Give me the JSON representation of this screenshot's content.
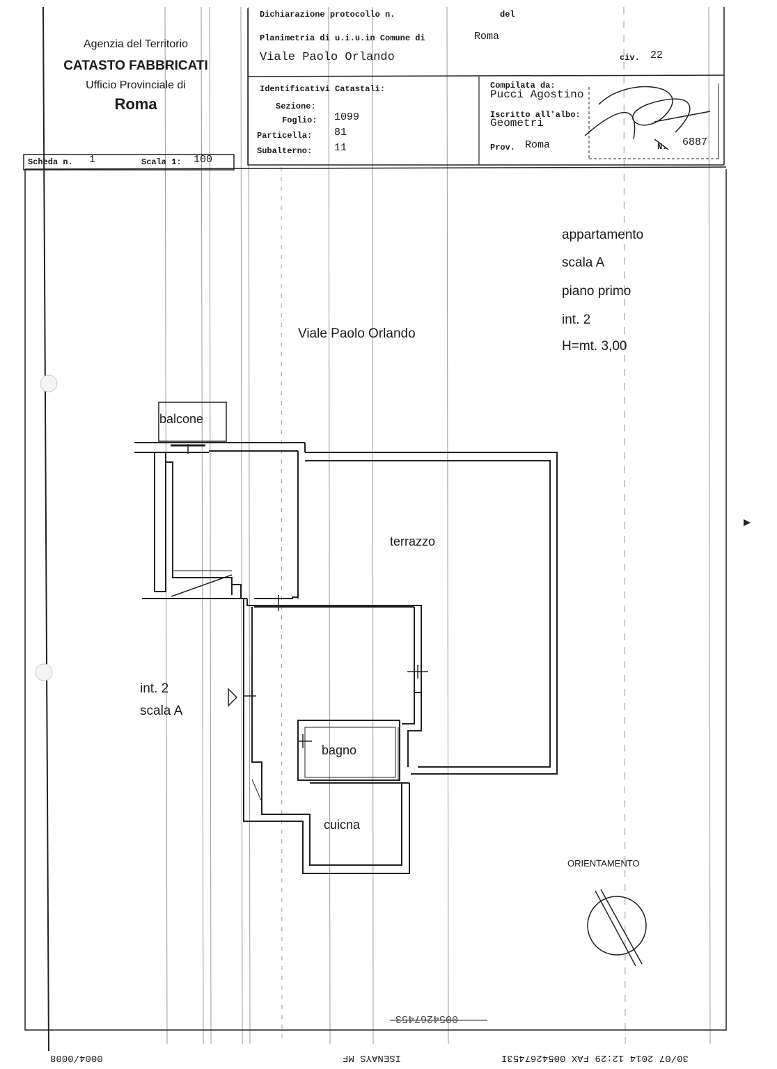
{
  "header": {
    "agency": "Agenzia del Territorio",
    "catasto": "CATASTO FABBRICATI",
    "ufficio": "Ufficio Provinciale di",
    "city": "Roma",
    "scheda_label": "Scheda n.",
    "scheda_value": "1",
    "scala_label": "Scala 1:",
    "scala_value": "100",
    "dichiarazione_label": "Dichiarazione protocollo n.",
    "del_label": "del",
    "planimetria_label": "Planimetria di u.i.u.in Comune di",
    "planimetria_comune": "Roma",
    "address": "Viale Paolo Orlando",
    "civ_label": "civ.",
    "civ_value": "22",
    "identificativi_label": "Identificativi Catastali:",
    "sezione_label": "Sezione:",
    "foglio_label": "Foglio:",
    "foglio_value": "1099",
    "particella_label": "Particella:",
    "particella_value": "81",
    "subalterno_label": "Subalterno:",
    "subalterno_value": "11",
    "compilata_label": "Compilata da:",
    "compilata_name": "Pucci Agostino",
    "iscritto_label": "Iscritto all'albo:",
    "albo_value": "Geometri",
    "prov_label": "Prov.",
    "prov_value": "Roma",
    "n_label": "N.",
    "n_value": "6887"
  },
  "plan": {
    "info_lines": [
      "appartamento",
      "scala A",
      "piano primo",
      "int. 2",
      "H=mt. 3,00"
    ],
    "street": "Viale Paolo Orlando",
    "rooms": {
      "balcone": "balcone",
      "terrazzo": "terrazzo",
      "bagno": "bagno",
      "cucina": "cuicna"
    },
    "neighbor_line1": "int. 2",
    "neighbor_line2": "scala A",
    "orientamento": "ORIENTAMENTO"
  },
  "footer": {
    "code_mirrored": "0054267453",
    "fax_line": "30/07 2014 12:29 FAX     0054267453I",
    "isenays": "ISENAYS MF",
    "page": "0004/0008"
  }
}
